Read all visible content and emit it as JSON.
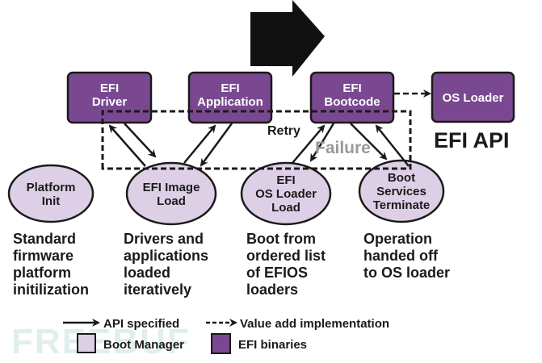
{
  "colors": {
    "efi_binary_fill": "#7a4890",
    "boot_manager_fill": "#ddd0e6",
    "stroke": "#1a1a1a",
    "failure_text": "#9a9a9a",
    "watermark": "#d9ece7"
  },
  "big_arrow": {
    "icon": "right-arrow-icon"
  },
  "efi_binaries": [
    {
      "id": "efi-driver",
      "lines": [
        "EFI",
        "Driver"
      ]
    },
    {
      "id": "efi-application",
      "lines": [
        "EFI",
        "Application"
      ]
    },
    {
      "id": "efi-bootcode",
      "lines": [
        "EFI",
        "Bootcode"
      ]
    },
    {
      "id": "os-loader",
      "lines": [
        "OS Loader"
      ]
    }
  ],
  "efi_api_label": "EFI API",
  "boot_manager_stages": [
    {
      "id": "platform-init",
      "lines": [
        "Platform",
        "Init"
      ]
    },
    {
      "id": "efi-image-load",
      "lines": [
        "EFI Image",
        "Load"
      ]
    },
    {
      "id": "efi-os-loader-load",
      "lines": [
        "EFI",
        "OS Loader",
        "Load"
      ]
    },
    {
      "id": "boot-services-terminate",
      "lines": [
        "Boot",
        "Services",
        "Terminate"
      ]
    }
  ],
  "descriptions": [
    {
      "lines": [
        "Standard",
        "firmware",
        "platform",
        "initilization"
      ]
    },
    {
      "lines": [
        "Drivers and",
        "applications",
        "loaded",
        "iteratively"
      ]
    },
    {
      "lines": [
        "Boot from",
        "ordered list",
        "of EFIOS",
        "loaders"
      ]
    },
    {
      "lines": [
        "Operation",
        "handed off",
        "to OS loader"
      ]
    }
  ],
  "annotations": {
    "retry": "Retry",
    "failure": "Failure"
  },
  "legend": {
    "api_specified": "API specified",
    "value_add": "Value add implementation",
    "boot_manager": "Boot Manager",
    "efi_binaries": "EFI binaries"
  },
  "watermark": "FREEBUF"
}
